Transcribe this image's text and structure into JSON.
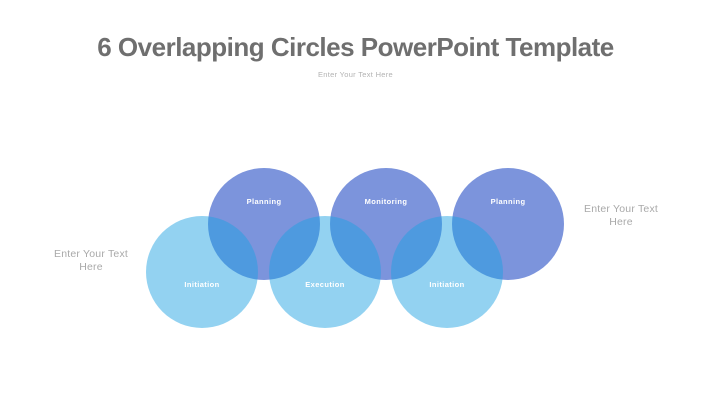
{
  "title": "6 Overlapping Circles PowerPoint Template",
  "subtitle_placeholder": "Enter Your Text Here",
  "left_placeholder": "Enter Your Text Here",
  "right_placeholder": "Enter Your Text Here",
  "circles": [
    {
      "id": "planning-1",
      "label": "Planning",
      "row": "top"
    },
    {
      "id": "monitoring",
      "label": "Monitoring",
      "row": "top"
    },
    {
      "id": "planning-2",
      "label": "Planning",
      "row": "top"
    },
    {
      "id": "initiation-1",
      "label": "Initiation",
      "row": "bottom"
    },
    {
      "id": "execution",
      "label": "Execution",
      "row": "bottom"
    },
    {
      "id": "initiation-2",
      "label": "Initiation",
      "row": "bottom"
    }
  ],
  "colors": {
    "circle_top": "#7C94DC",
    "circle_bottom": "#8DCEEF",
    "circle_overlap": "#4AA0E0",
    "title_text": "#6F6F6F",
    "placeholder_text": "#A9A9A9",
    "label_text": "#FFFFFF",
    "background": "#FFFFFF"
  }
}
